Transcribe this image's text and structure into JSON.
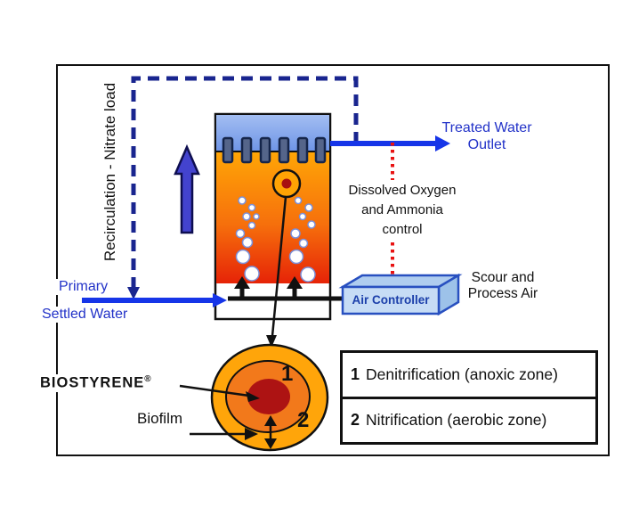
{
  "colors": {
    "arrow_blue": "#1635E8",
    "text_blue": "#2232C8",
    "recirculation_dash_navy": "#19258F",
    "vertical_arrow_fill": "#4343CE",
    "reactor_top_blue": "#7E9FEA",
    "reactor_orange_top": "#FFA606",
    "reactor_orange_bottom": "#E62307",
    "dotted_control_red": "#E81212",
    "controller_fill": "#C6DCF5",
    "controller_border": "#2850C0",
    "media_outer_orange": "#FFA50A",
    "media_mid_orange": "#F2791B",
    "media_core_red": "#AD1313"
  },
  "diagram": {
    "recirculation_label": "Recirculation - Nitrate load",
    "inlet": {
      "line1": "Primary",
      "line2": "Settled Water"
    },
    "outlet": {
      "line1": "Treated Water",
      "line2": "Outlet"
    },
    "control": {
      "line1": "Dissolved Oxygen",
      "line2": "and Ammonia",
      "line3": "control"
    },
    "air_controller_label": "Air Controller",
    "air_supply": {
      "line1": "Scour and",
      "line2": "Process Air"
    },
    "media": {
      "name": "BIOSTYRENE",
      "trademark": "®",
      "biofilm_label": "Biofilm",
      "zone1_num": "1",
      "zone2_num": "2"
    },
    "legend": {
      "rows": [
        {
          "num": "1",
          "text": "Denitrification (anoxic zone)"
        },
        {
          "num": "2",
          "text": "Nitrification (aerobic zone)"
        }
      ]
    }
  }
}
